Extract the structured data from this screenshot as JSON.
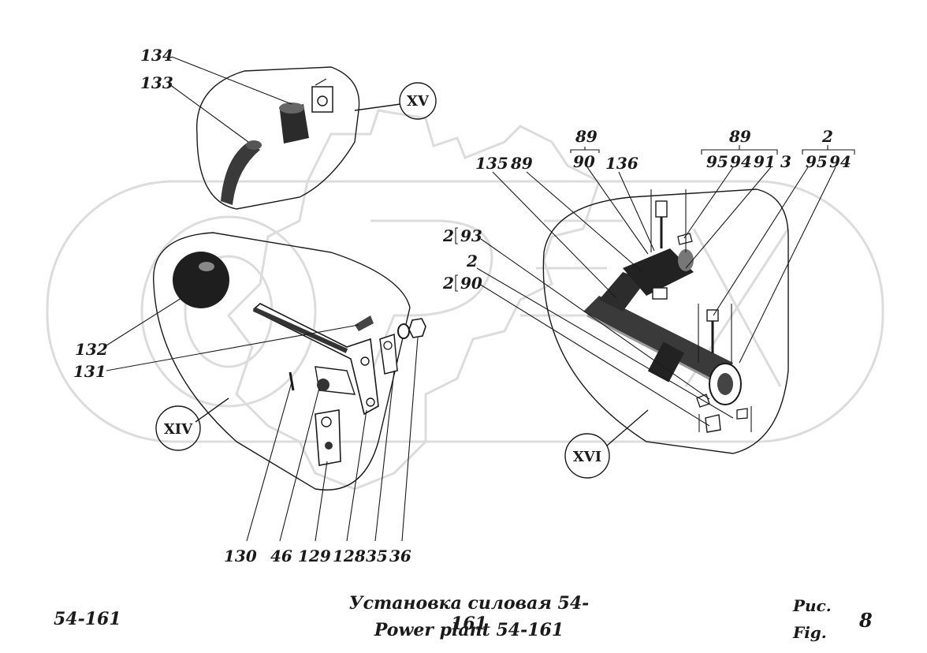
{
  "callouts": {
    "c134": "134",
    "c133": "133",
    "c132": "132",
    "c131": "131",
    "c130": "130",
    "c46": "46",
    "c129": "129",
    "c128": "128",
    "c35": "35",
    "c36": "36",
    "c135": "135",
    "c89a": "89",
    "c89b": "89",
    "c90a": "90",
    "c136": "136",
    "c89c": "89",
    "c95a": "95",
    "c94a": "94",
    "c91": "91",
    "c3": "3",
    "c2a": "2",
    "c95b": "95",
    "c94b": "94",
    "c2_93": "2",
    "c93": "93",
    "c2b": "2",
    "c2_90": "2",
    "c90b": "90"
  },
  "views": {
    "xiv": "XIV",
    "xv": "XV",
    "xvi": "XVI"
  },
  "footer": {
    "code": "54-161",
    "title_ru": "Установка силовая 54-161",
    "title_en": "Power plant 54-161",
    "ris": "Рис.",
    "fig": "Fig.",
    "number": "8"
  },
  "colors": {
    "ink": "#1a1a1a",
    "watermark": "#dcdcdc",
    "background": "#ffffff"
  }
}
